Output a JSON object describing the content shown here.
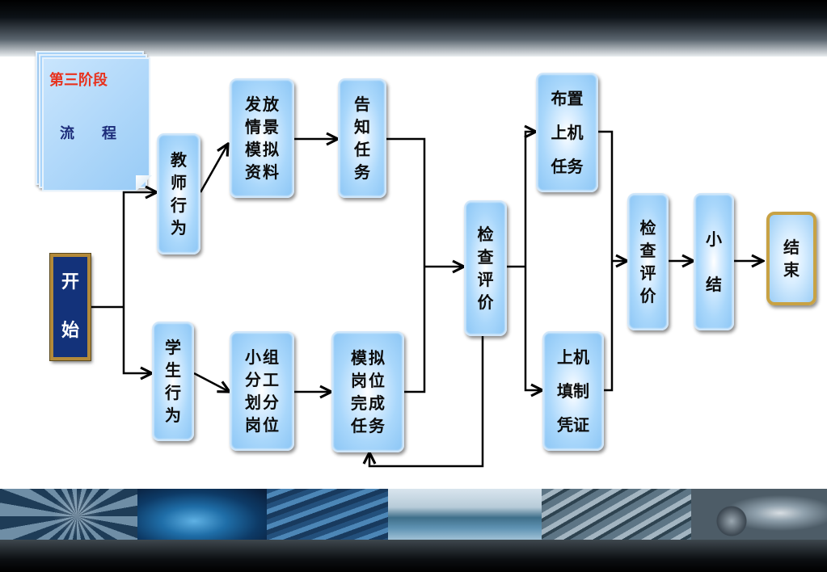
{
  "header": {
    "stage": "第三阶段",
    "flow": "流　程"
  },
  "nodes": {
    "start": [
      "开",
      "始"
    ],
    "teacher": [
      "教",
      "师",
      "行",
      "为"
    ],
    "student": [
      "学",
      "生",
      "行",
      "为"
    ],
    "release": [
      "发",
      "放",
      "情",
      "景",
      "模",
      "拟",
      "资",
      "料"
    ],
    "inform": [
      "告",
      "知",
      "任",
      "务"
    ],
    "group": [
      "小",
      "组",
      "分",
      "工",
      "划",
      "分",
      "岗",
      "位"
    ],
    "simulate": [
      "模",
      "拟",
      "岗",
      "位",
      "完",
      "成",
      "任",
      "务"
    ],
    "check1": [
      "检",
      "查",
      "评",
      "价"
    ],
    "assign": [
      "布置",
      "上机",
      "任务"
    ],
    "fill": [
      "上机",
      "填制",
      "凭证"
    ],
    "check2": [
      "检",
      "查",
      "评",
      "价"
    ],
    "summary": [
      "小",
      "结"
    ],
    "end": [
      "结",
      "束"
    ]
  },
  "colors": {
    "accent_red": "#e8321e",
    "start_fill": "#13327a",
    "start_border": "#b38a3a",
    "box_fill": "#a9d7fb"
  },
  "icons": {
    "connector": "arrow-right-icon",
    "corner": "page-curl-icon"
  }
}
